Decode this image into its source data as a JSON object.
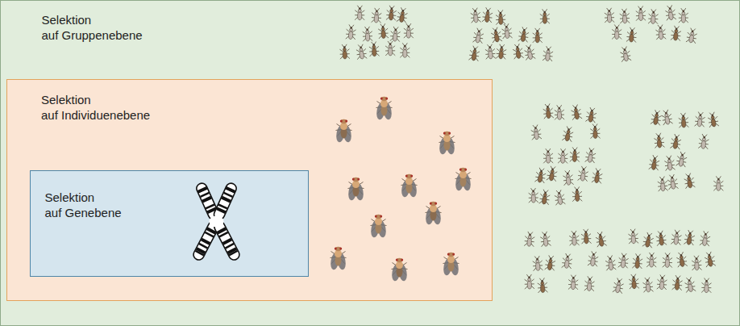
{
  "diagram": {
    "nodes": [
      {
        "text": [
          "Selektion auf Gruppenebene"
        ]
      },
      {
        "text": [
          "Selektion auf Individuenebene"
        ],
        "in": 0
      },
      {
        "text": [
          "Selektion auf Genebene"
        ],
        "in": 1
      }
    ]
  }
}
